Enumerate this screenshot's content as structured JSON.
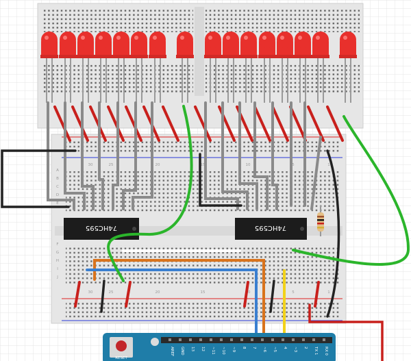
{
  "chips": [
    {
      "label": "74HC595"
    },
    {
      "label": "74HC595"
    }
  ],
  "breadboard": {
    "row_letters": [
      "A",
      "B",
      "C",
      "D",
      "E",
      "F",
      "G",
      "H",
      "I",
      "J"
    ],
    "column_numbers": [
      "30",
      "25",
      "20",
      "15",
      "10",
      "5",
      "1"
    ]
  },
  "arduino": {
    "reset_label": "RESET",
    "pin_labels": [
      "AREF",
      "GND",
      "13",
      "12",
      "~11",
      "~10",
      "~9",
      "8",
      "7",
      "~6",
      "~5",
      "4",
      "~3",
      "2",
      "TX 1",
      "RX 0"
    ]
  },
  "colors": {
    "led": "#e8302c",
    "wire_red": "#c8201c",
    "wire_green": "#2bb52b",
    "wire_black": "#222222",
    "wire_gray": "#8a8a8a",
    "wire_orange": "#d9731c",
    "wire_blue": "#3a7fd0",
    "wire_yellow": "#f2d21a",
    "chip": "#1c1c1c",
    "arduino": "#1f7da8"
  }
}
